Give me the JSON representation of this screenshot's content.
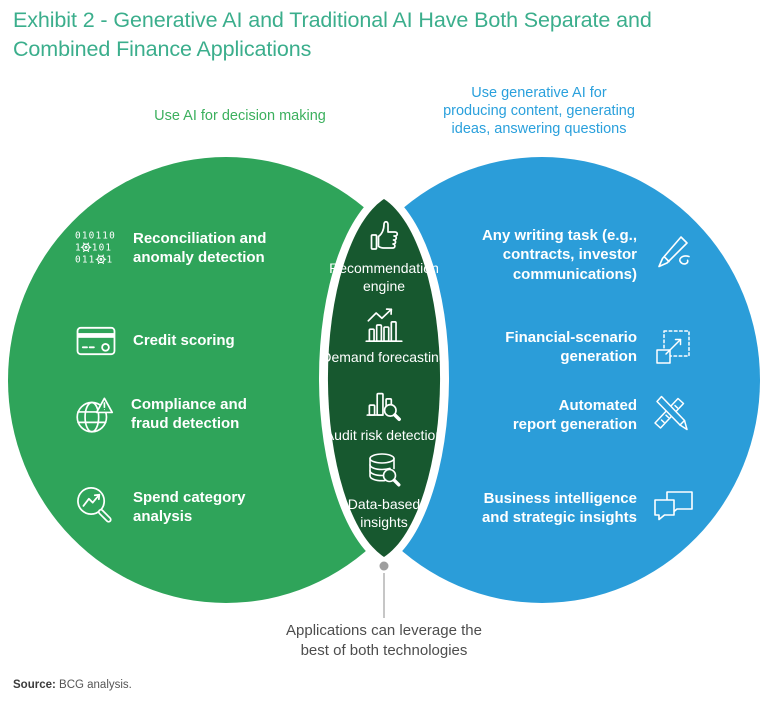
{
  "title": "Exhibit 2 - Generative AI and Traditional AI Have Both Separate and\nCombined Finance Applications",
  "labels": {
    "left": "Use AI for decision making",
    "right": "Use generative AI for\nproducing content, generating\nideas, answering questions"
  },
  "colors": {
    "title_teal": "#3BAE8C",
    "left_circle_green": "#2FA45A",
    "right_circle_blue": "#2B9DD9",
    "overlap_dark_green": "#17582F",
    "left_label_green": "#3CB05E",
    "right_label_blue": "#2AA0DC",
    "annotation_gray": "#4D4D4D"
  },
  "venn": {
    "left_items": [
      {
        "icon": "binary-gears-icon",
        "label": "Reconciliation and\nanomaly detection"
      },
      {
        "icon": "credit-card-icon",
        "label": "Credit scoring"
      },
      {
        "icon": "globe-alert-icon",
        "label": "Compliance and\nfraud detection"
      },
      {
        "icon": "magnifier-trend-icon",
        "label": "Spend category\nanalysis"
      }
    ],
    "center_items": [
      {
        "icon": "thumbs-up-icon",
        "label": "Recommendation\nengine"
      },
      {
        "icon": "bar-chart-growth-icon",
        "label": "Demand forecasting"
      },
      {
        "icon": "bar-chart-magnifier-icon",
        "label": "Audit risk detection"
      },
      {
        "icon": "database-magnifier-icon",
        "label": "Data-based\ninsights"
      }
    ],
    "right_items": [
      {
        "icon": "pen-icon",
        "label": "Any writing task (e.g.,\ncontracts, investor\ncommunications)"
      },
      {
        "icon": "scenario-expand-icon",
        "label": "Financial-scenario\ngeneration"
      },
      {
        "icon": "ruler-pencil-icon",
        "label": "Automated\nreport generation"
      },
      {
        "icon": "speech-bubbles-icon",
        "label": "Business intelligence\nand strategic insights"
      }
    ]
  },
  "annotation": "Applications can leverage the\nbest of both technologies",
  "source": {
    "label": "Source:",
    "text": " BCG analysis."
  }
}
